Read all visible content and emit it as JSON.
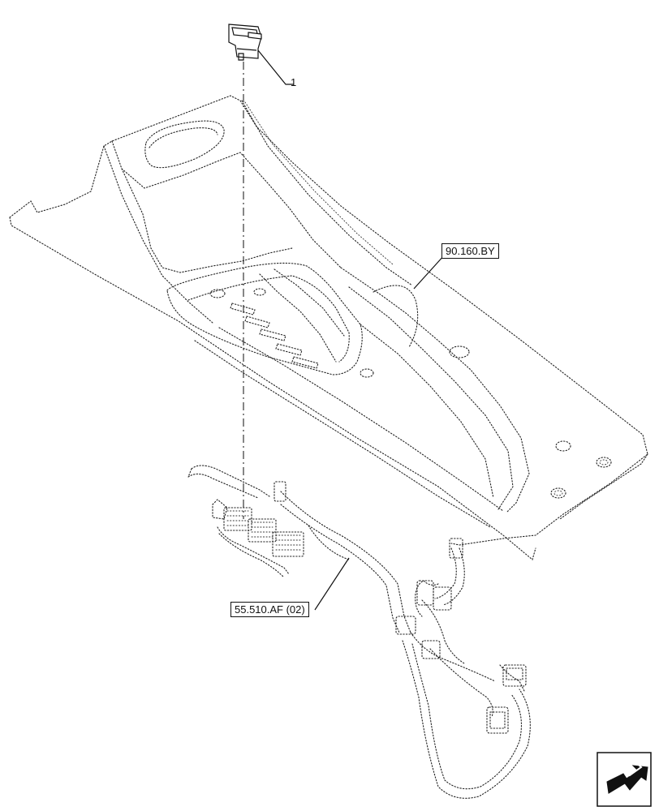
{
  "callouts": {
    "item_1": "1",
    "console_ref": "90.160.BY",
    "harness_ref": "55.510.AF (02)"
  },
  "icons": {
    "nav": "next-page-arrow-icon"
  }
}
